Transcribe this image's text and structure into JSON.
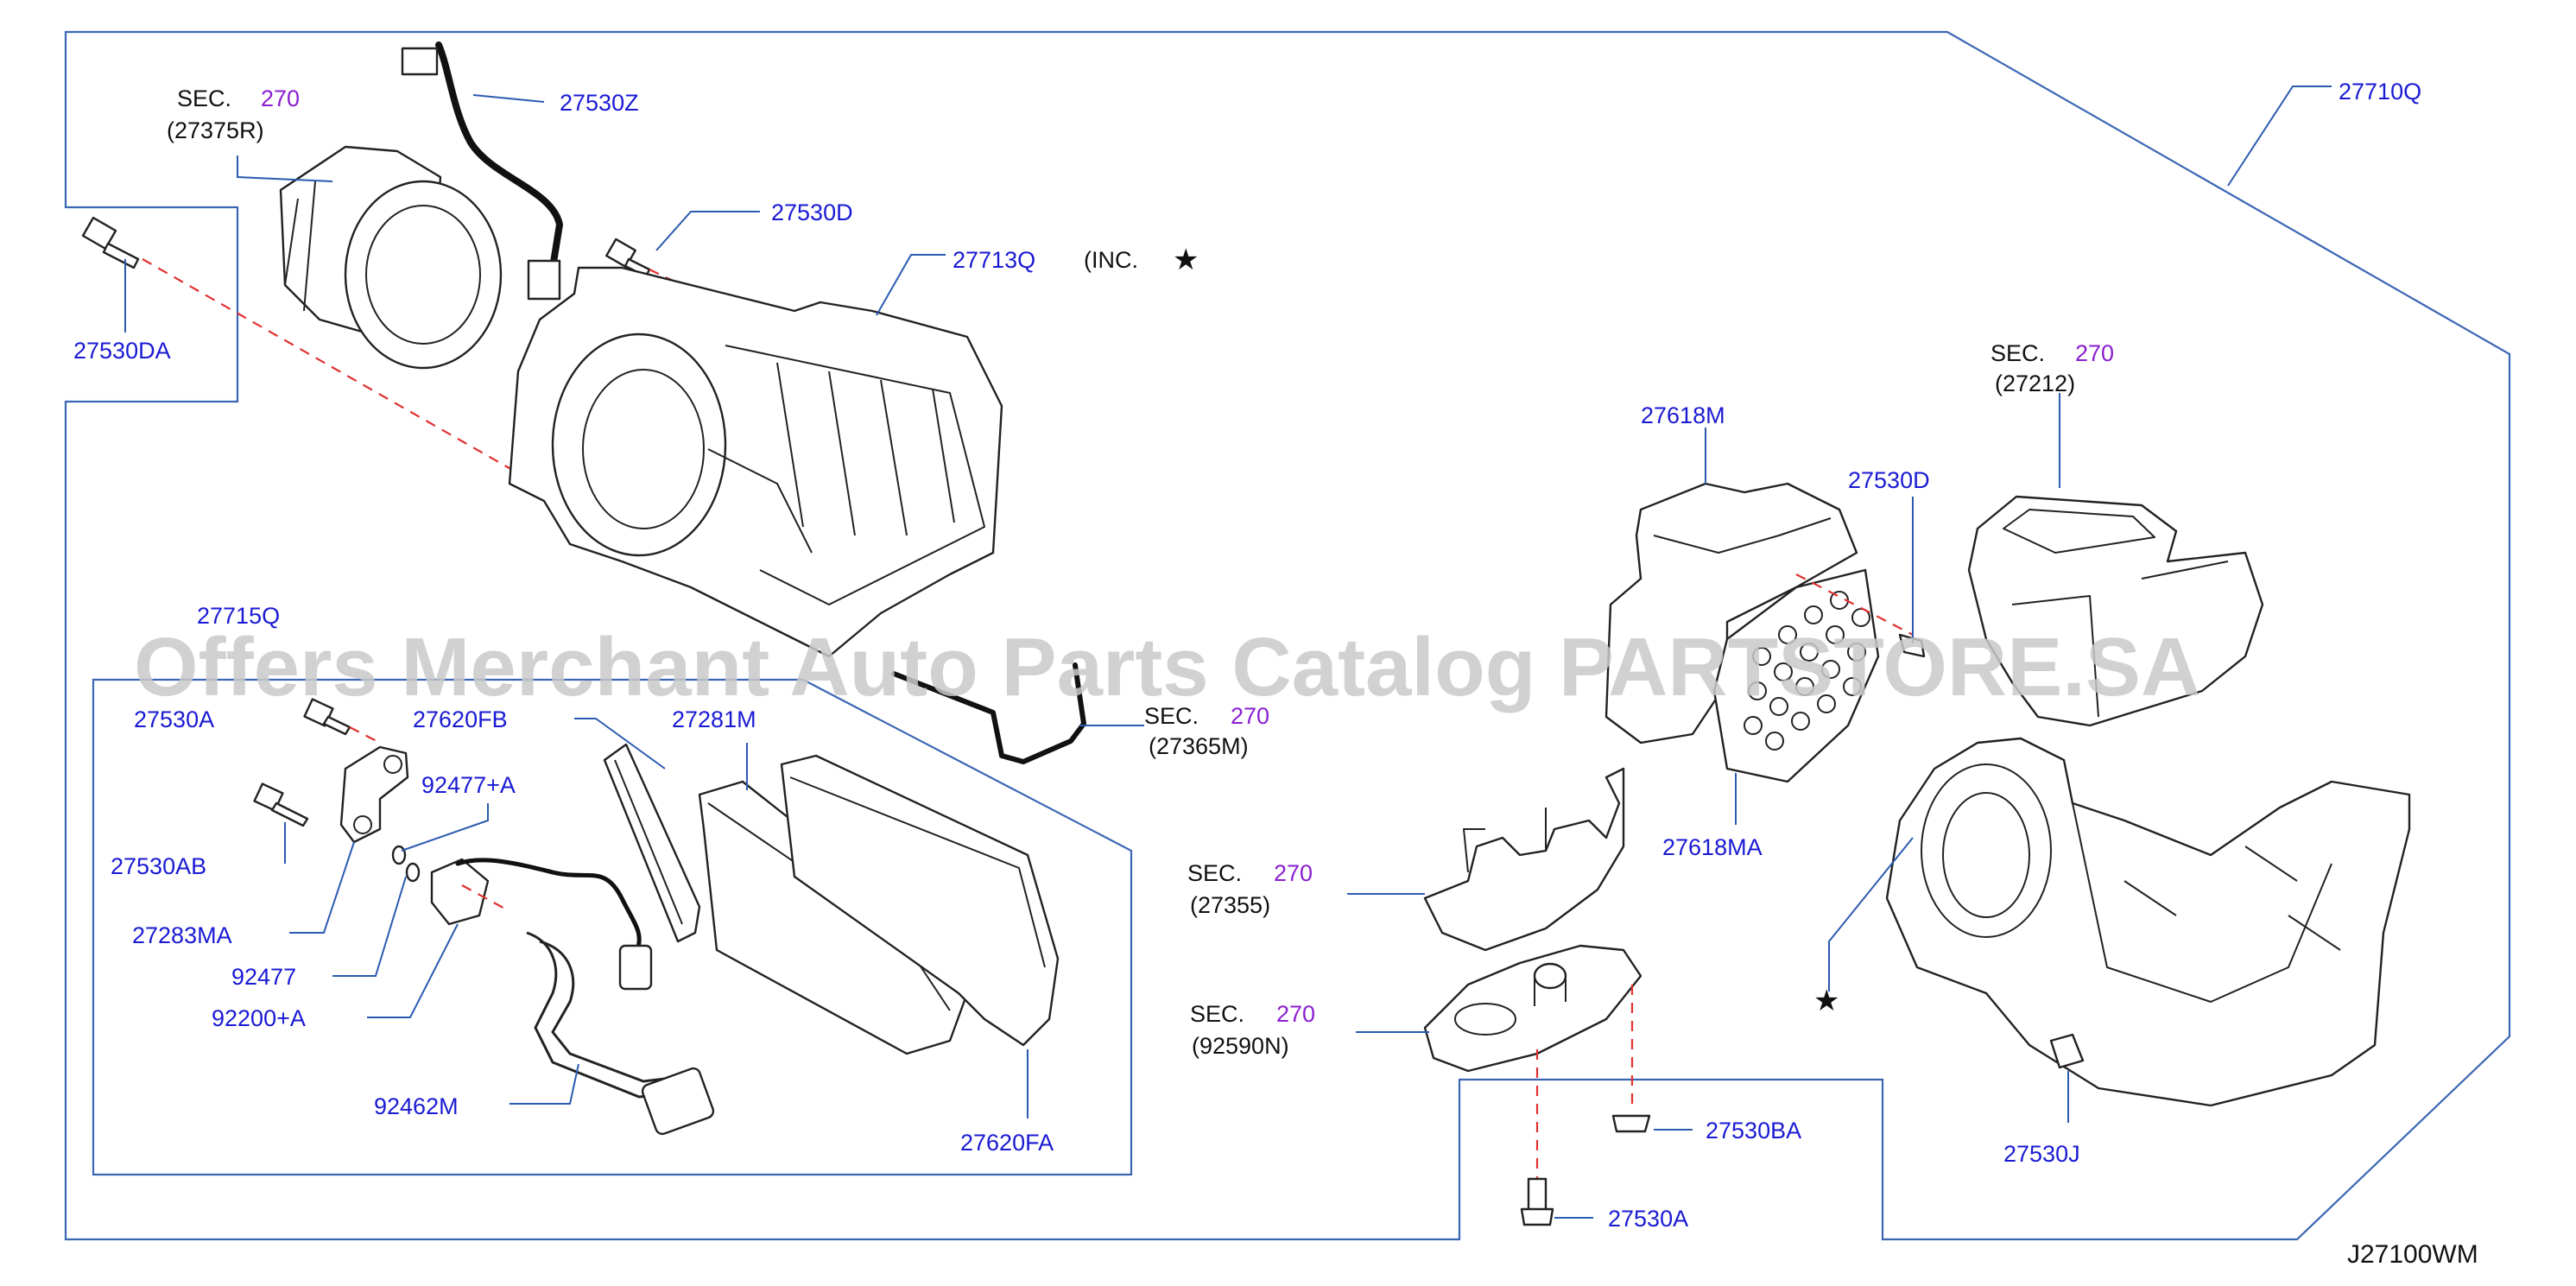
{
  "diagram_id": "J27100WM",
  "watermark": "Offers Merchant Auto Parts Catalog PARTSTORE.SA",
  "labels": {
    "p27530Z": "27530Z",
    "p27530D_top": "27530D",
    "p27713Q": "27713Q",
    "inc_note": "(INC.",
    "p27530DA": "27530DA",
    "p27710Q": "27710Q",
    "p27618M": "27618M",
    "p27530D_right": "27530D",
    "p27715Q": "27715Q",
    "p27530A_left": "27530A",
    "p27620FB": "27620FB",
    "p27281M": "27281M",
    "p92477A": "92477+A",
    "p27530AB": "27530AB",
    "p27283MA": "27283MA",
    "p92477": "92477",
    "p92200A": "92200+A",
    "p92462M": "92462M",
    "p27620FA": "27620FA",
    "p27618MA": "27618MA",
    "p27530BA": "27530BA",
    "p27530A_bottom": "27530A",
    "p27530J": "27530J"
  },
  "sections": {
    "sec_word": "SEC.",
    "sec_number": "270",
    "s27375R": "(27375R)",
    "s27212": "(27212)",
    "s27365M": "(27365M)",
    "s27355": "(27355)",
    "s92590N": "(92590N)"
  },
  "colors": {
    "part_number": "#1a1ad4",
    "section_number": "#8a1fd1",
    "frame": "#3b66b4",
    "leader_dashed": "#e03030",
    "watermark": "#c9c9c9"
  },
  "icons": [
    "star-icon"
  ]
}
